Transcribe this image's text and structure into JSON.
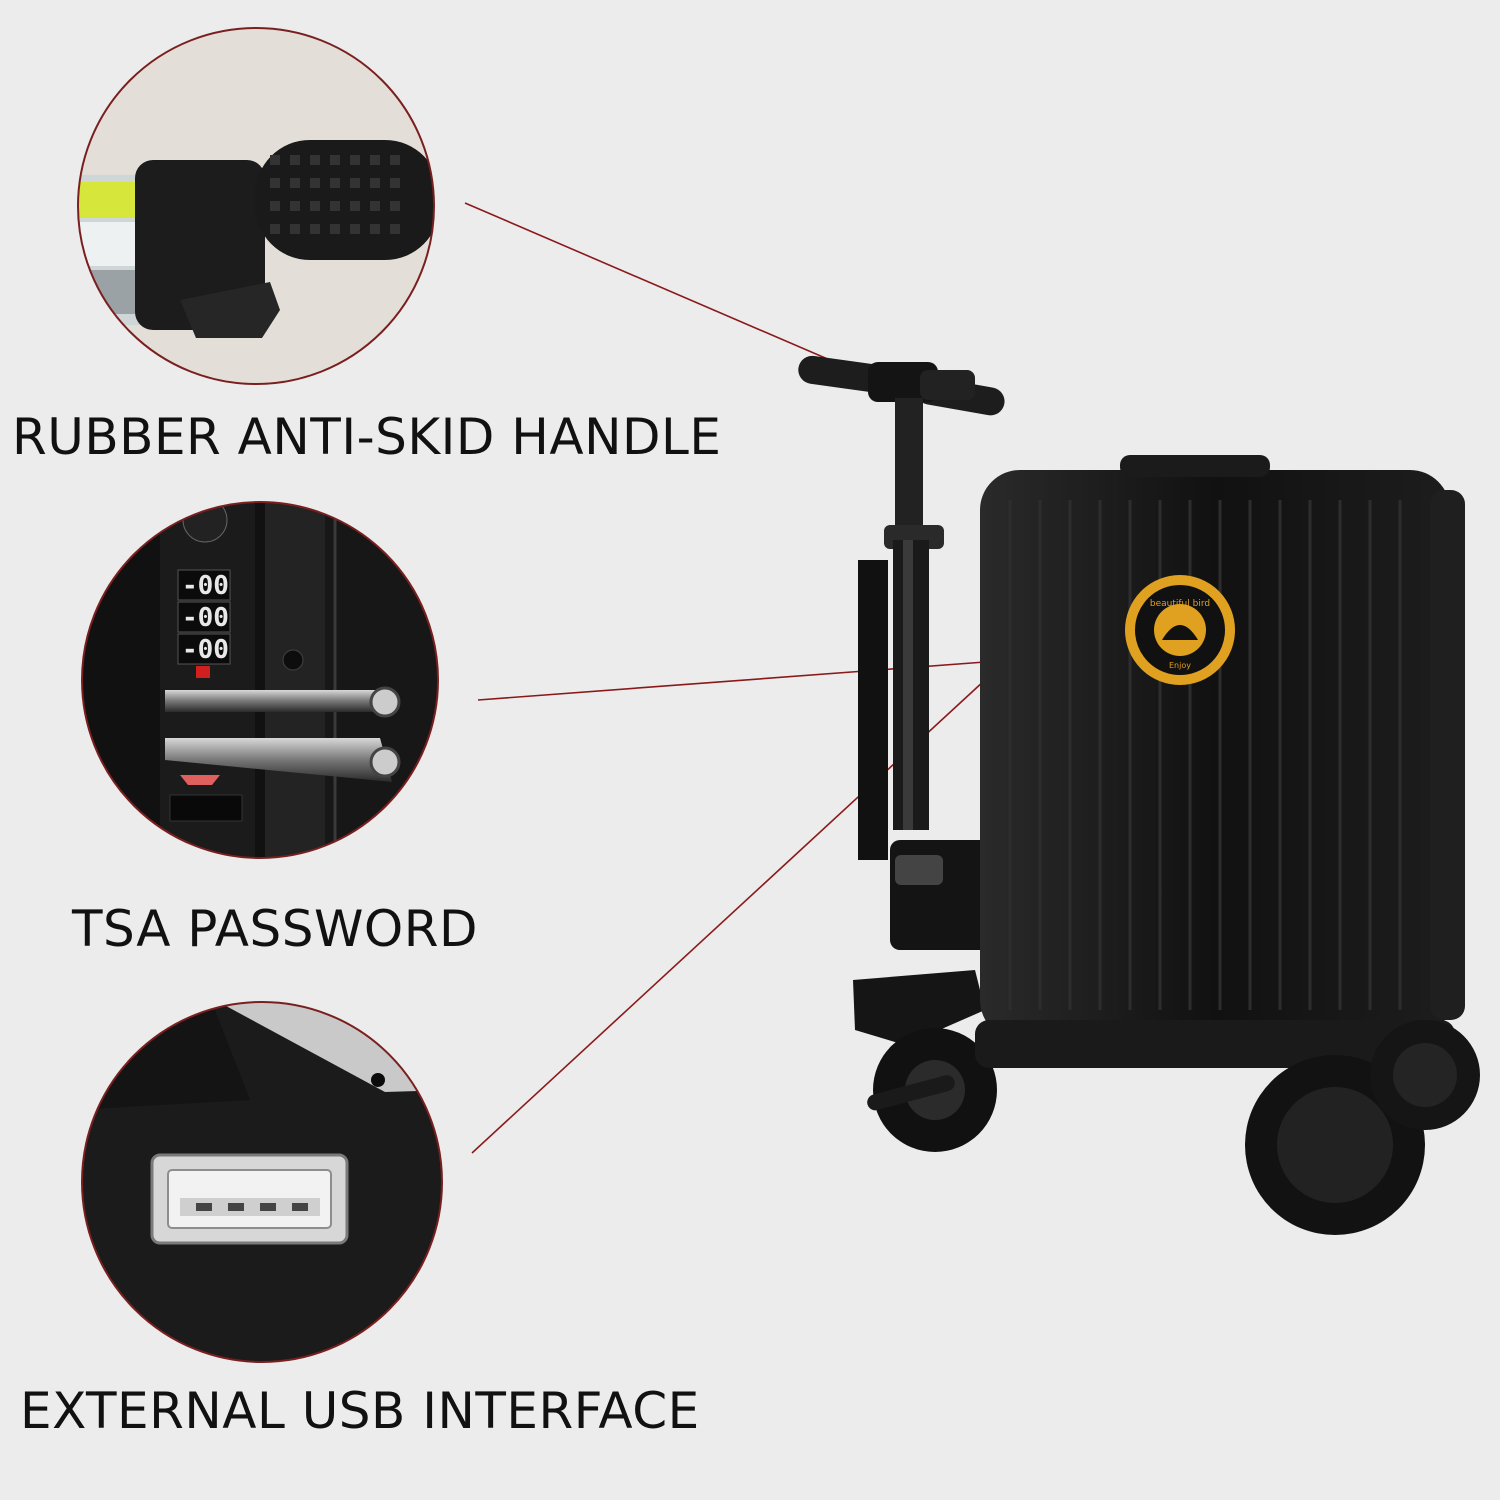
{
  "features": [
    {
      "label": "RUBBER ANTI-SKID HANDLE",
      "icon": "handle-grip-icon"
    },
    {
      "label": "TSA PASSWORD",
      "icon": "combination-lock-icon"
    },
    {
      "label": "EXTERNAL USB INTERFACE",
      "icon": "usb-port-icon"
    }
  ],
  "product": {
    "badge_text": "beautiful bird",
    "badge_subtext": "Enjoy"
  },
  "colors": {
    "background": "#ececec",
    "circle_border": "#7a1f1f",
    "callout_line": "#8a1a1a",
    "badge_gold": "#e0a020",
    "suitcase": "#151515"
  }
}
